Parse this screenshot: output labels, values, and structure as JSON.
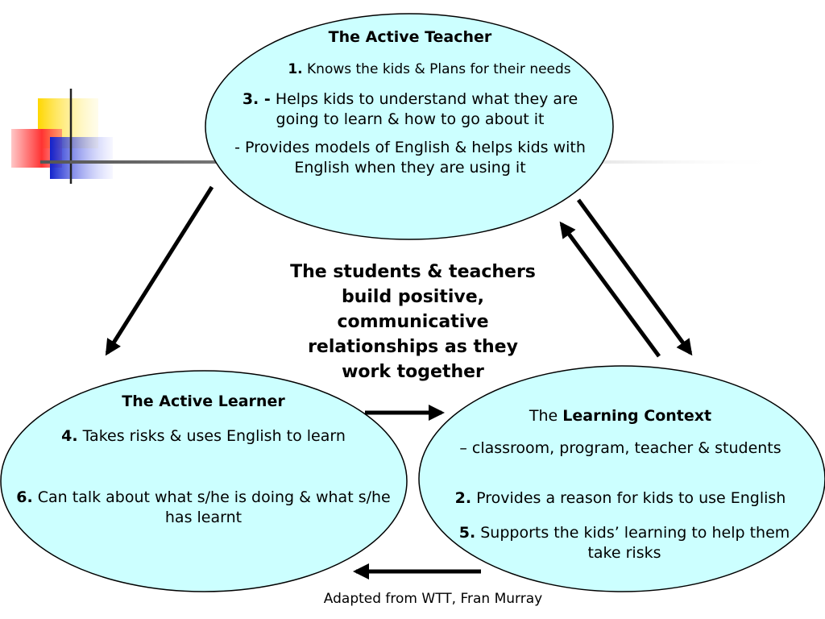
{
  "teacher": {
    "title": "The Active Teacher",
    "item1_num": "1.",
    "item1_text": "Knows the kids & Plans for their needs",
    "item3_num": "3. -",
    "item3_text": "Helps kids to understand what they are going to learn & how to go about it",
    "item3b_text": "- Provides models of English & helps kids with English when they are using it"
  },
  "learner": {
    "title": "The Active Learner",
    "item4_num": "4.",
    "item4_text": "Takes risks & uses English to learn",
    "item6_num": "6.",
    "item6_text": "Can talk about what s/he is doing & what s/he has learnt"
  },
  "context": {
    "title_prefix": "The",
    "title_bold": "Learning Context",
    "subtitle": "– classroom, program, teacher & students",
    "item2_num": "2.",
    "item2_text": "Provides a reason for kids to use  English",
    "item5_num": "5.",
    "item5_text": "Supports the kids’ learning to help them take risks"
  },
  "center_text": "The students & teachers build positive, communicative relationships as they work together",
  "credit": "Adapted from WTT, Fran Murray",
  "colors": {
    "ellipse_fill": "#ccffff",
    "deco_yellow": "#ffd700",
    "deco_red": "#ff5050",
    "deco_blue": "#2233cc"
  }
}
